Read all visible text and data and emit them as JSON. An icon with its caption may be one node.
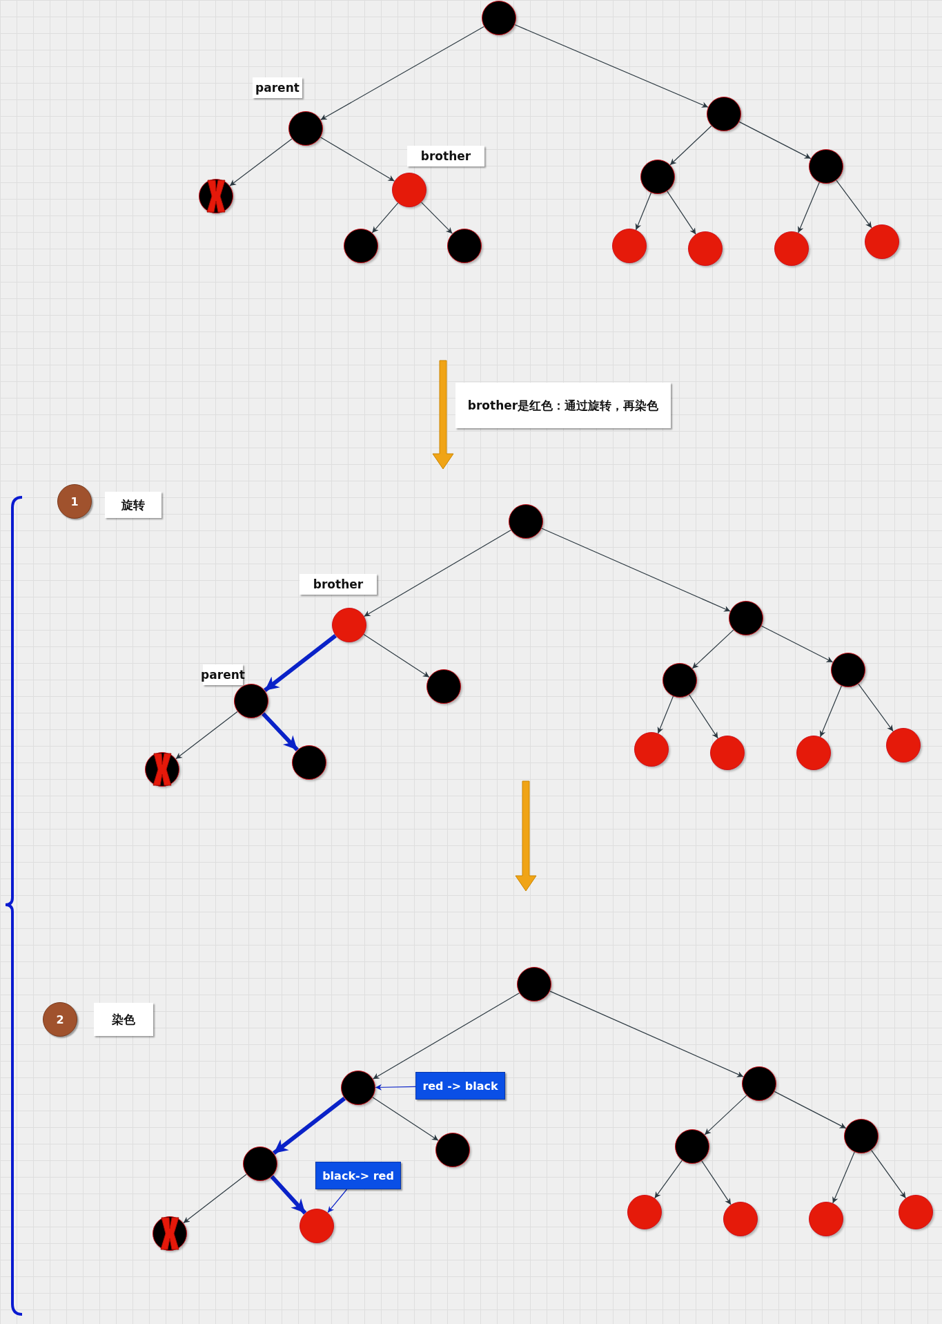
{
  "diagram": {
    "nodes": [
      {
        "text": [],
        "shape": "circle"
      },
      {
        "text": [],
        "shape": "circle",
        "beside": [
          "parent"
        ]
      },
      {
        "text": [],
        "shape": "circle"
      },
      {
        "text": [],
        "shape": "circle",
        "beside": [
          "brother"
        ]
      },
      {
        "text": [],
        "shape": "circle"
      },
      {
        "text": [],
        "shape": "circle"
      },
      {
        "text": [],
        "shape": "circle"
      },
      {
        "text": [],
        "shape": "circle"
      },
      {
        "text": [],
        "shape": "circle"
      },
      {
        "text": [],
        "shape": "circle"
      },
      {
        "text": [],
        "shape": "circle"
      },
      {
        "text": [],
        "shape": "circle"
      },
      {
        "text": [],
        "shape": "circle"
      },
      {
        "text": [],
        "shape": "circle"
      },
      {
        "text": [],
        "shape": "circle",
        "beside": [
          "brother"
        ]
      },
      {
        "text": [],
        "shape": "circle",
        "beside": [
          "parent"
        ]
      },
      {
        "text": [],
        "shape": "circle"
      },
      {
        "text": [],
        "shape": "circle"
      },
      {
        "text": [],
        "shape": "circle"
      },
      {
        "text": [],
        "shape": "circle"
      },
      {
        "text": [],
        "shape": "circle"
      },
      {
        "text": [],
        "shape": "circle"
      },
      {
        "text": [],
        "shape": "circle"
      },
      {
        "text": [],
        "shape": "circle"
      },
      {
        "text": [],
        "shape": "circle"
      },
      {
        "text": [],
        "shape": "circle"
      },
      {
        "text": [],
        "shape": "circle"
      },
      {
        "text": [],
        "shape": "circle"
      },
      {
        "text": [],
        "shape": "circle"
      },
      {
        "text": [],
        "shape": "circle"
      },
      {
        "text": [],
        "shape": "circle"
      },
      {
        "text": [],
        "shape": "circle"
      },
      {
        "text": [],
        "shape": "circle"
      },
      {
        "text": [],
        "shape": "circle"
      },
      {
        "text": [],
        "shape": "circle"
      },
      {
        "text": [],
        "shape": "circle"
      },
      {
        "text": [],
        "shape": "circle"
      },
      {
        "text": [],
        "shape": "circle"
      },
      {
        "text": [],
        "shape": "circle"
      },
      {
        "text": [
          "red -> black"
        ]
      },
      {
        "text": [
          "black-> red"
        ]
      }
    ],
    "edges": [
      {
        "from": 0,
        "to": 1,
        "arrow": "to"
      },
      {
        "from": 0,
        "to": 6,
        "arrow": "to"
      },
      {
        "from": 1,
        "to": 2,
        "arrow": "to"
      },
      {
        "from": 1,
        "to": 3,
        "arrow": "to"
      },
      {
        "from": 3,
        "to": 4,
        "arrow": "to"
      },
      {
        "from": 3,
        "to": 5,
        "arrow": "to"
      },
      {
        "from": 6,
        "to": 7,
        "arrow": "to"
      },
      {
        "from": 6,
        "to": 8,
        "arrow": "to"
      },
      {
        "from": 7,
        "to": 9,
        "arrow": "to"
      },
      {
        "from": 7,
        "to": 10,
        "arrow": "to"
      },
      {
        "from": 8,
        "to": 11,
        "arrow": "to"
      },
      {
        "from": 8,
        "to": 12,
        "arrow": "to"
      },
      {
        "from": 13,
        "to": 14,
        "arrow": "to"
      },
      {
        "from": 13,
        "to": 19,
        "arrow": "to"
      },
      {
        "from": 14,
        "to": 15,
        "arrow": "to",
        "style": "thick",
        "color": "#0a22c8"
      },
      {
        "from": 14,
        "to": 18,
        "arrow": "to"
      },
      {
        "from": 15,
        "to": 16,
        "arrow": "to"
      },
      {
        "from": 15,
        "to": 17,
        "arrow": "to",
        "style": "thick",
        "color": "#0a22c8"
      },
      {
        "from": 19,
        "to": 20,
        "arrow": "to"
      },
      {
        "from": 19,
        "to": 21,
        "arrow": "to"
      },
      {
        "from": 20,
        "to": 22,
        "arrow": "to"
      },
      {
        "from": 20,
        "to": 23,
        "arrow": "to"
      },
      {
        "from": 21,
        "to": 24,
        "arrow": "to"
      },
      {
        "from": 21,
        "to": 25,
        "arrow": "to"
      },
      {
        "from": 26,
        "to": 27,
        "arrow": "to"
      },
      {
        "from": 26,
        "to": 32,
        "arrow": "to"
      },
      {
        "from": 27,
        "to": 28,
        "arrow": "to",
        "style": "thick",
        "color": "#0a22c8"
      },
      {
        "from": 27,
        "to": 31,
        "arrow": "to"
      },
      {
        "from": 28,
        "to": 29,
        "arrow": "to"
      },
      {
        "from": 28,
        "to": 30,
        "arrow": "to",
        "style": "thick",
        "color": "#0a22c8"
      },
      {
        "from": 32,
        "to": 33,
        "arrow": "to"
      },
      {
        "from": 32,
        "to": 34,
        "arrow": "to"
      },
      {
        "from": 33,
        "to": 35,
        "arrow": "to"
      },
      {
        "from": 33,
        "to": 36,
        "arrow": "to"
      },
      {
        "from": 34,
        "to": 37,
        "arrow": "to"
      },
      {
        "from": 34,
        "to": 38,
        "arrow": "to"
      },
      {
        "from": 39,
        "to": 27,
        "arrow": "to",
        "color": "#0a22c8"
      },
      {
        "from": 40,
        "to": 30,
        "arrow": "to",
        "color": "#0a22c8"
      }
    ],
    "labels": [
      "brother是红色：通过旋转，再染色",
      "1",
      "旋转",
      "2",
      "染色"
    ]
  }
}
